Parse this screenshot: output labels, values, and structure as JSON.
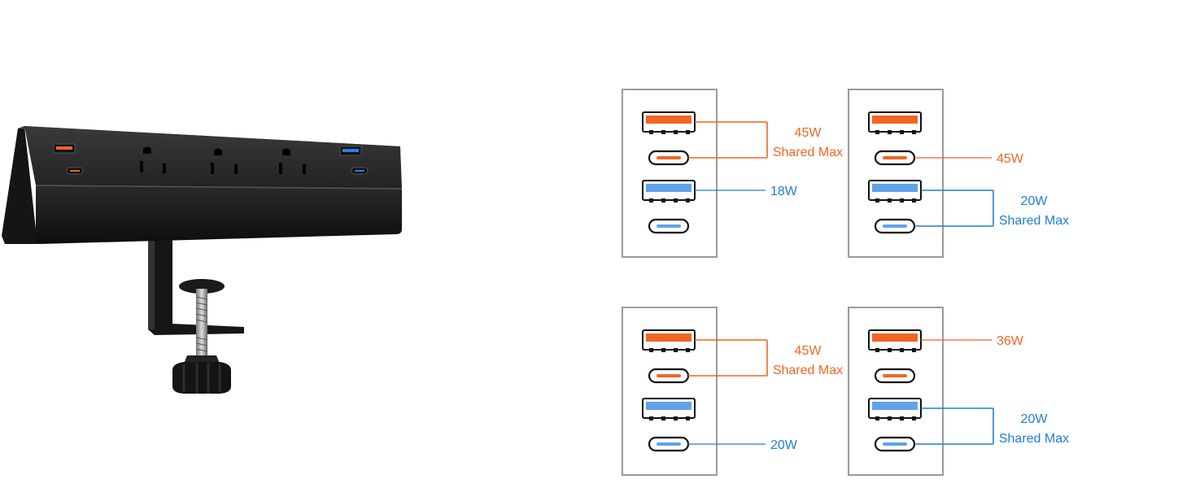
{
  "colors": {
    "orange": "#F26522",
    "blue": "#1E7ED8",
    "light_blue": "#5FA3E8",
    "panel_border": "#9A9A9A",
    "product_body": "#1b1b1b"
  },
  "product": {
    "name": "desk-clamp-power-strip",
    "outlet_count": 3,
    "usb_a_ports": 2,
    "usb_c_ports": 2
  },
  "panels": [
    {
      "id": "top-left",
      "ports": [
        {
          "type": "usb-a",
          "color": "orange"
        },
        {
          "type": "usb-c",
          "color": "orange"
        },
        {
          "type": "usb-a",
          "color": "blue"
        },
        {
          "type": "usb-c",
          "color": "blue"
        }
      ],
      "groups": [
        {
          "color": "orange",
          "ports": [
            0,
            1
          ],
          "label": "45W",
          "sublabel": "Shared Max"
        },
        {
          "color": "blue",
          "ports": [
            2
          ],
          "label": "18W",
          "sublabel": ""
        }
      ]
    },
    {
      "id": "top-right",
      "ports": [
        {
          "type": "usb-a",
          "color": "orange"
        },
        {
          "type": "usb-c",
          "color": "orange"
        },
        {
          "type": "usb-a",
          "color": "blue"
        },
        {
          "type": "usb-c",
          "color": "blue"
        }
      ],
      "groups": [
        {
          "color": "orange",
          "ports": [
            1
          ],
          "label": "45W",
          "sublabel": ""
        },
        {
          "color": "blue",
          "ports": [
            2,
            3
          ],
          "label": "20W",
          "sublabel": "Shared Max"
        }
      ]
    },
    {
      "id": "bottom-left",
      "ports": [
        {
          "type": "usb-a",
          "color": "orange"
        },
        {
          "type": "usb-c",
          "color": "orange"
        },
        {
          "type": "usb-a",
          "color": "blue"
        },
        {
          "type": "usb-c",
          "color": "blue"
        }
      ],
      "groups": [
        {
          "color": "orange",
          "ports": [
            0,
            1
          ],
          "label": "45W",
          "sublabel": "Shared Max"
        },
        {
          "color": "blue",
          "ports": [
            3
          ],
          "label": "20W",
          "sublabel": ""
        }
      ]
    },
    {
      "id": "bottom-right",
      "ports": [
        {
          "type": "usb-a",
          "color": "orange"
        },
        {
          "type": "usb-c",
          "color": "orange"
        },
        {
          "type": "usb-a",
          "color": "blue"
        },
        {
          "type": "usb-c",
          "color": "blue"
        }
      ],
      "groups": [
        {
          "color": "orange",
          "ports": [
            0
          ],
          "label": "36W",
          "sublabel": ""
        },
        {
          "color": "blue",
          "ports": [
            2,
            3
          ],
          "label": "20W",
          "sublabel": "Shared Max"
        }
      ]
    }
  ]
}
